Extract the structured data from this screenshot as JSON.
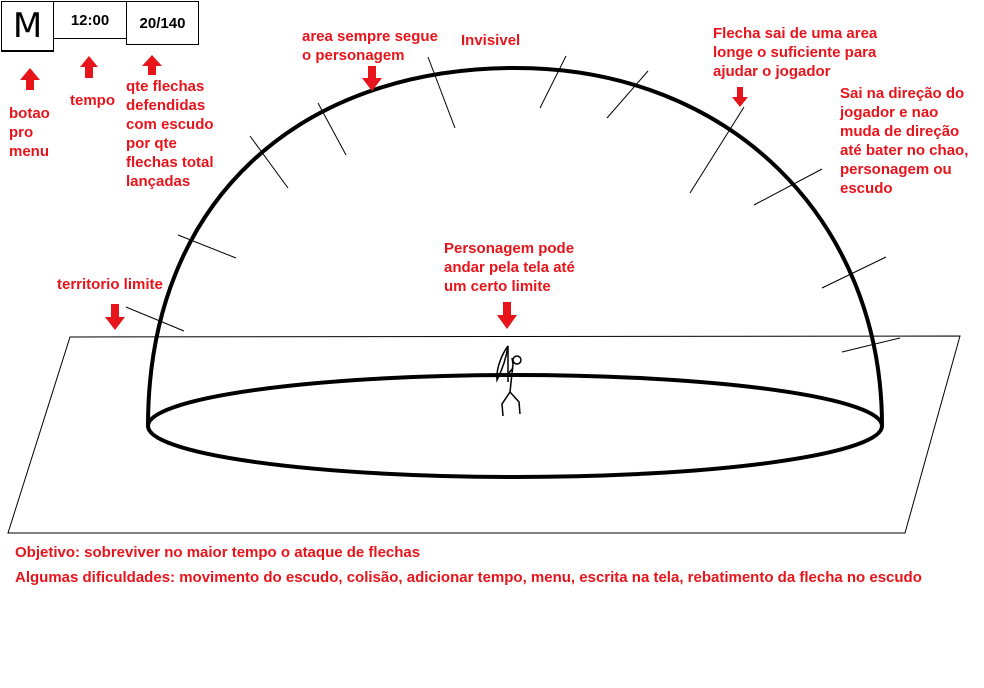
{
  "hud": {
    "menu_button_label": "M",
    "time_display": "12:00",
    "score_display": "20/140"
  },
  "annotations": {
    "menu_button": "botao\npro\nmenu",
    "time": "tempo",
    "score": "qte flechas\ndefendidas\ncom escudo\npor qte\nflechas total\nlançadas",
    "dome_follows": "area sempre segue\no personagem",
    "invisible": "Invisivel",
    "arrow_spawn": "Flecha sai de uma area\nlonge o suficiente para\najudar o jogador",
    "arrow_direction": "Sai na direção do\njogador e nao\nmuda de direção\naté bater no chao,\npersonagem ou\nescudo",
    "character_movement": "Personagem pode\nandar pela tela até\num certo limite",
    "boundary": "territorio limite"
  },
  "footer": {
    "objective": "Objetivo: sobreviver no maior tempo o ataque de flechas",
    "difficulties": "Algumas dificuldades: movimento do escudo, colisão, adicionar tempo, menu, escrita na tela, rebatimento da flecha no escudo"
  },
  "colors": {
    "annotation_red": "#e8141b",
    "ink": "#000000"
  }
}
